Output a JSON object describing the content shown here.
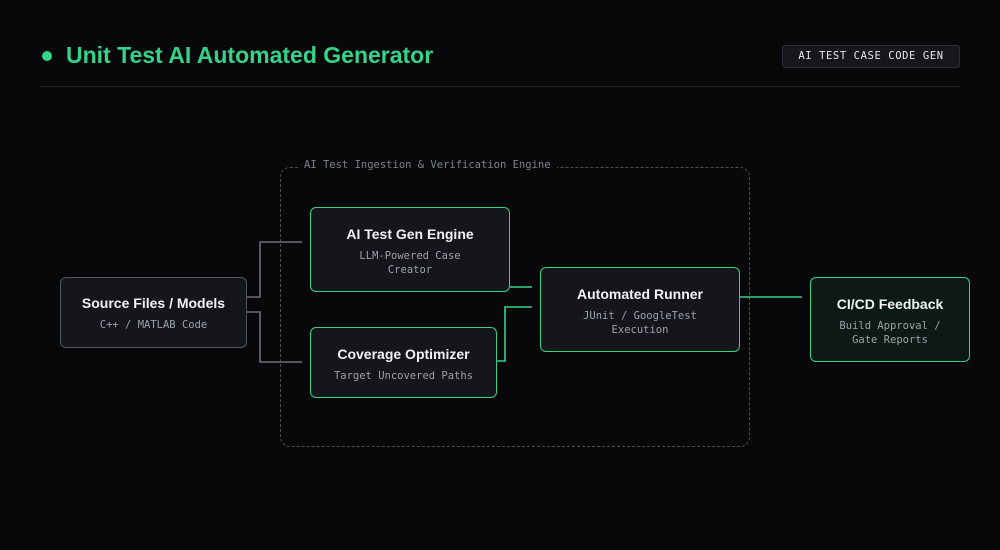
{
  "header": {
    "title": "Unit Test AI Automated Generator",
    "badge": "AI TEST CASE CODE GEN"
  },
  "group": {
    "label": "AI Test Ingestion & Verification Engine"
  },
  "nodes": {
    "source": {
      "title": "Source Files / Models",
      "subtitle": "C++ / MATLAB Code"
    },
    "gen": {
      "title": "AI Test Gen Engine",
      "subtitle": "LLM-Powered Case Creator"
    },
    "coverage": {
      "title": "Coverage Optimizer",
      "subtitle": "Target Uncovered Paths"
    },
    "runner": {
      "title": "Automated Runner",
      "subtitle": "JUnit / GoogleTest Execution"
    },
    "cicd": {
      "title": "CI/CD Feedback",
      "subtitle": "Build Approval / Gate Reports"
    }
  },
  "colors": {
    "accent": "#34d389",
    "background": "#08080b",
    "node_fill": "#14161c",
    "gray_link": "#6b6f78"
  }
}
